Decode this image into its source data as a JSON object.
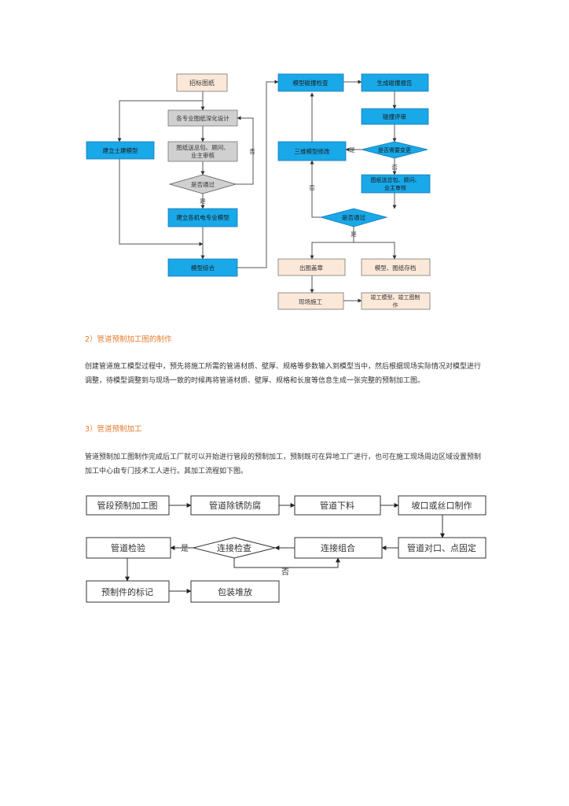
{
  "flow1": {
    "start": "招标图纸",
    "refine": "各专业图纸深化设计",
    "review": "图纸送总包、顾问、业主审核",
    "pass1": "是否通过",
    "struct_model": "建立土建模型",
    "mep_model": "建立各机电专业模型",
    "integrate": "模型综合",
    "collide": "模型碰撞检查",
    "report": "生成碰撞报告",
    "eval": "碰撞评审",
    "need_change": "是否需要变更",
    "modify3d": "三维模型修改",
    "review2": "图纸送总包、顾问、业主审核",
    "pass2": "是否通过",
    "stamp": "出图盖章",
    "archive": "模型、图纸存档",
    "construct": "现场施工",
    "asbuilt": "竣工模型、竣工图制作",
    "yes": "是",
    "no": "否"
  },
  "section2": {
    "heading": "2）管道预制加工图的制作",
    "body": "创建管道施工模型过程中，预先将施工所需的管道材质、壁厚、规格等参数输入到模型当中，然后根据现场实际情况对模型进行调整，待模型调整到与现场一致的时候再将管道材质、壁厚、规格和长度等信息生成一张完整的预制加工图。"
  },
  "section3": {
    "heading": "3）管道预制加工",
    "body": "管道预制加工图制作完成后工厂就可以开始进行管段的预制加工，预制既可在异地工厂进行，也可在施工现场周边区域设置预制加工中心由专门技术工人进行。其加工流程如下图。"
  },
  "flow2": {
    "drawing": "管段预制加工图",
    "rust": "管道除锈防腐",
    "cut": "管道下料",
    "groove": "坡口或丝口制作",
    "align": "管道对口、点固定",
    "assemble": "连接组合",
    "check": "连接检查",
    "inspect": "管道检验",
    "mark": "预制件的标记",
    "pack": "包装堆放",
    "yes": "是",
    "no": "否"
  }
}
